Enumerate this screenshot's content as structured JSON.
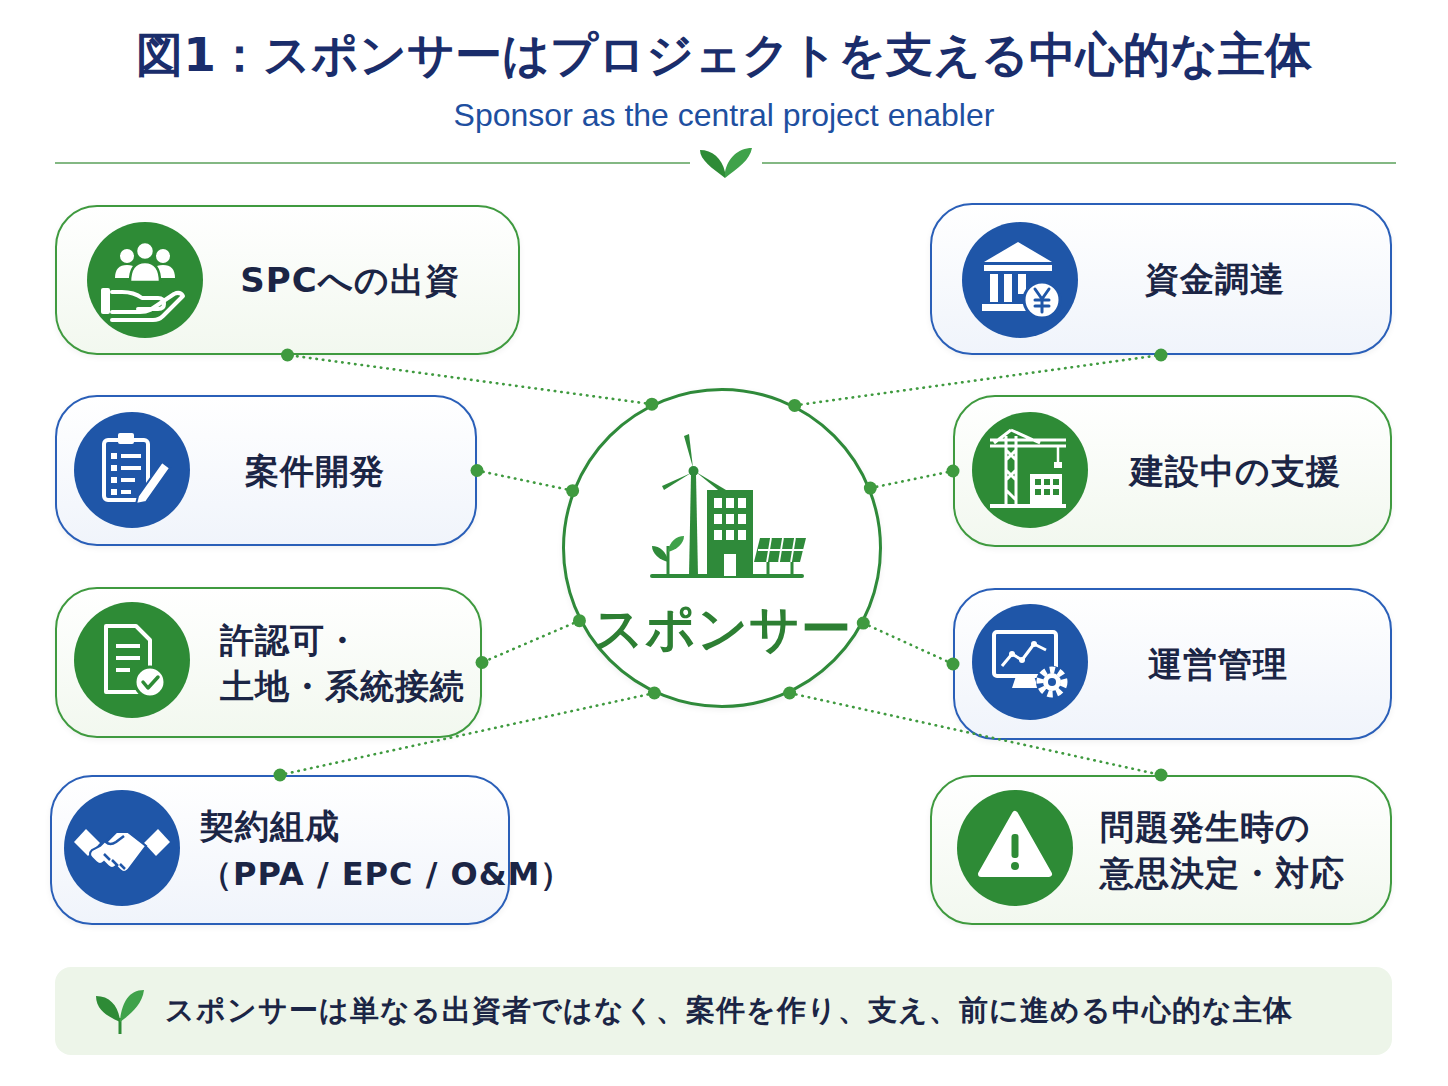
{
  "diagram": {
    "title": "図1：スポンサーはプロジェクトを支える中心的な主体",
    "nodes": [
      {
        "text": [
          "SPCへの出資"
        ]
      },
      {
        "text": [
          "案件開発"
        ]
      },
      {
        "text": [
          "許認可・ 土地・系統接続"
        ]
      },
      {
        "text": [
          "契約組成",
          "（PPA / EPC / O&M）"
        ]
      },
      {
        "text": [
          "スポンサー"
        ]
      },
      {
        "text": [
          "資金調達"
        ]
      },
      {
        "text": [
          "建設中の支援"
        ]
      },
      {
        "text": [
          "運営管理"
        ]
      },
      {
        "text": [
          "問題発生時の 意思決定・対応"
        ]
      },
      {
        "text": [
          "スポンサーは単なる出資者ではなく、案件を作り、支え、前に進める中心的な主体"
        ]
      }
    ],
    "edges": [
      {
        "from": 4,
        "to": 0,
        "arrow": "none"
      },
      {
        "from": 4,
        "to": 1,
        "arrow": "none"
      },
      {
        "from": 4,
        "to": 2,
        "arrow": "none"
      },
      {
        "from": 4,
        "to": 3,
        "arrow": "none"
      },
      {
        "from": 4,
        "to": 5,
        "arrow": "none"
      },
      {
        "from": 4,
        "to": 6,
        "arrow": "none"
      },
      {
        "from": 4,
        "to": 7,
        "arrow": "none"
      },
      {
        "from": 4,
        "to": 8,
        "arrow": "none"
      }
    ],
    "labels": [
      "Sponsor as the central project enabler"
    ]
  }
}
